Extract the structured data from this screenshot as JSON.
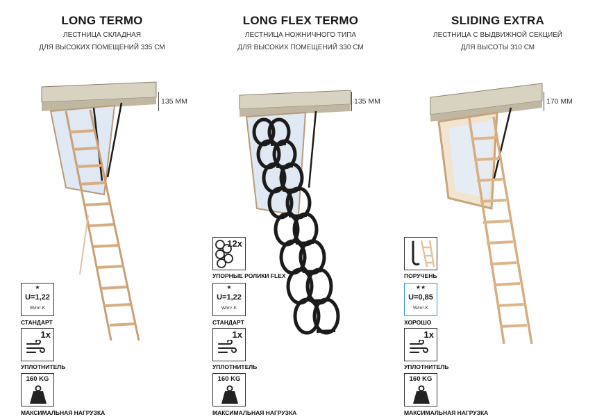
{
  "products": [
    {
      "title": "LONG TERMO",
      "sub1": "ЛЕСТНИЦА СКЛАДНАЯ",
      "sub2": "ДЛЯ ВЫСОКИХ ПОМЕЩЕНИЙ 335 СМ",
      "depth": "135 ММ",
      "stars": "★",
      "u": "U=1,22",
      "unit": "W/m²·K",
      "rating": "СТАНДАРТ",
      "seal_count": "1x",
      "seal": "УПЛОТНИТЕЛЬ",
      "load": "160 KG",
      "load_label": "МАКСИМАЛЬНАЯ НАГРУЗКА"
    },
    {
      "title": "LONG  FLEX TERMO",
      "sub1": "ЛЕСТНИЦА НОЖНИЧНОГО ТИПА",
      "sub2": "ДЛЯ ВЫСОКИХ ПОМЕЩЕНИЙ 330 СМ",
      "depth": "135 ММ",
      "rollers_count": "12x",
      "rollers": "УПОРНЫЕ РОЛИКИ FLEX",
      "stars": "★",
      "u": "U=1,22",
      "unit": "W/m²·K",
      "rating": "СТАНДАРТ",
      "seal_count": "1x",
      "seal": "УПЛОТНИТЕЛЬ",
      "load": "160 KG",
      "load_label": "МАКСИМАЛЬНАЯ НАГРУЗКА"
    },
    {
      "title": "SLIDING EXTRA",
      "sub1": "ЛЕСТНИЦА С ВЫДВИЖНОЙ СЕКЦИЕЙ",
      "sub2": "ДЛЯ ВЫСОТЫ 310 СМ",
      "depth": "170 ММ",
      "handrail": "ПОРУЧЕНЬ",
      "stars": "★★",
      "u": "U=0,85",
      "unit": "W/m²·K",
      "rating": "ХОРОШО",
      "seal_count": "1x",
      "seal": "УПЛОТНИТЕЛЬ",
      "load": "160 KG",
      "load_label": "МАКСИМАЛЬНАЯ НАГРУЗКА"
    }
  ],
  "colors": {
    "wood": "#e9c9a4",
    "frame": "#d8d2c0",
    "hatch": "#dfe8f3",
    "steel": "#1b1b1b",
    "accent": "#3a8fc8"
  }
}
